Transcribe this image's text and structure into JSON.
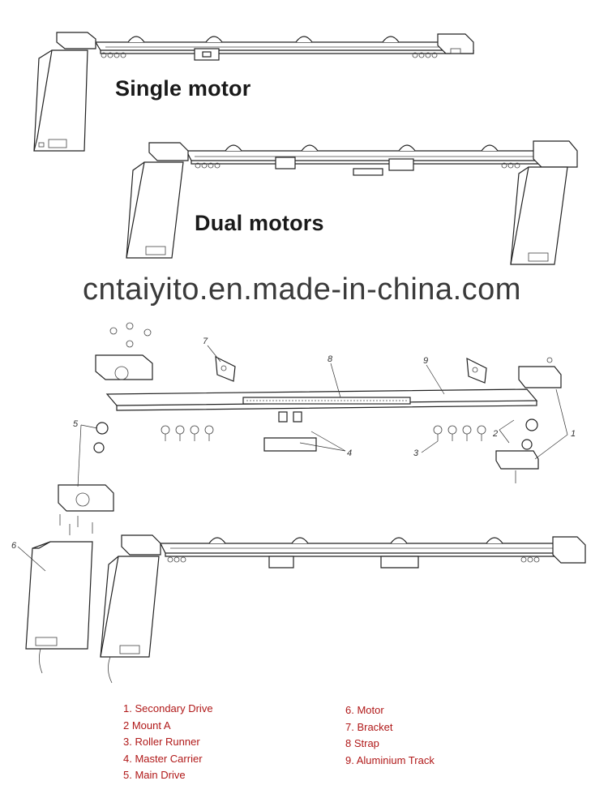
{
  "labels": {
    "single_motor": "Single motor",
    "dual_motors": "Dual motors",
    "watermark": "cntaiyito.en.made-in-china.com"
  },
  "callouts": [
    "1",
    "2",
    "3",
    "4",
    "5",
    "6",
    "7",
    "8",
    "9"
  ],
  "legend_left": [
    "1. Secondary Drive",
    "2  Mount A",
    "3. Roller Runner",
    "4. Master Carrier",
    "5. Main Drive"
  ],
  "legend_right": [
    "6.  Motor",
    "7.  Bracket",
    "8  Strap",
    "9. Aluminium Track"
  ],
  "colors": {
    "legend_text": "#b01818",
    "line_art": "#222222",
    "background": "#ffffff"
  }
}
